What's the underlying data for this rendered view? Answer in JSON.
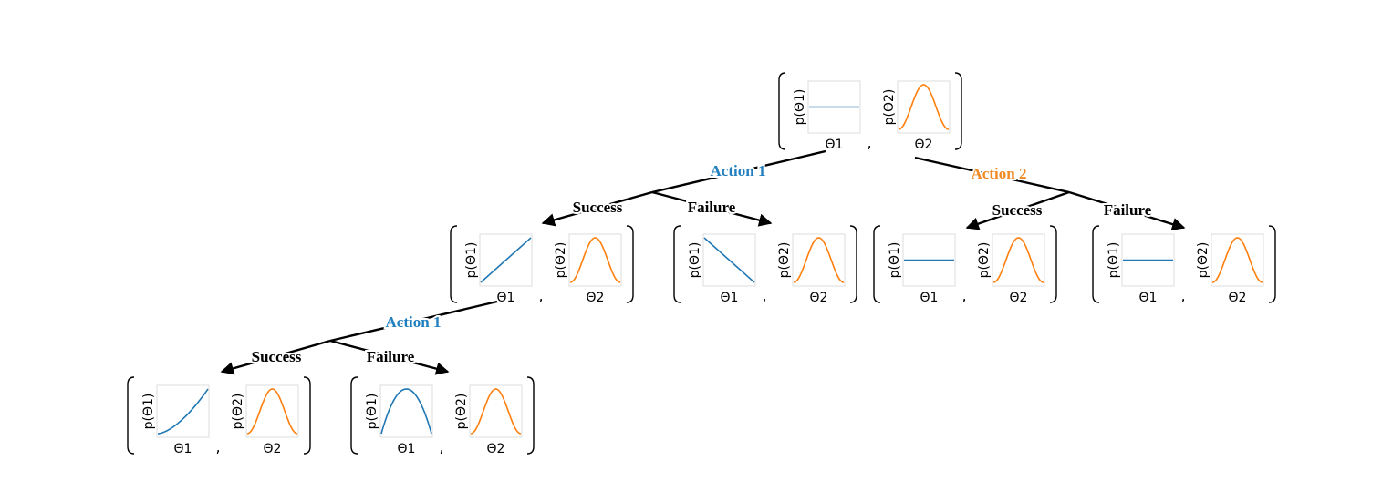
{
  "colors": {
    "theta1": "#1f77b4",
    "theta2": "#ff7f0e",
    "action1": "#1f7fbf",
    "action2": "#f08a24",
    "edge": "#000000",
    "frame": "#dddddd"
  },
  "labels": {
    "p_theta1": "p(Θ1)",
    "p_theta2": "p(Θ2)",
    "theta1": "Θ1",
    "theta2": "Θ2",
    "separator": ",",
    "action1": "Action 1",
    "action2": "Action 2",
    "success": "Success",
    "failure": "Failure"
  },
  "nodes": [
    {
      "id": "root",
      "theta1_shape": "uniform",
      "theta2_shape": "bell"
    },
    {
      "id": "a1-success",
      "theta1_shape": "increasing-linear",
      "theta2_shape": "bell"
    },
    {
      "id": "a1-failure",
      "theta1_shape": "decreasing-linear",
      "theta2_shape": "bell"
    },
    {
      "id": "a2-success",
      "theta1_shape": "uniform",
      "theta2_shape": "bell"
    },
    {
      "id": "a2-failure",
      "theta1_shape": "uniform",
      "theta2_shape": "bell"
    },
    {
      "id": "a1-success-a1-success",
      "theta1_shape": "increasing-convex",
      "theta2_shape": "bell"
    },
    {
      "id": "a1-success-a1-failure",
      "theta1_shape": "inverted-parabola",
      "theta2_shape": "bell"
    }
  ],
  "edges": [
    {
      "from": "root",
      "action": "Action 1",
      "success_to": "a1-success",
      "failure_to": "a1-failure"
    },
    {
      "from": "root",
      "action": "Action 2",
      "success_to": "a2-success",
      "failure_to": "a2-failure"
    },
    {
      "from": "a1-success",
      "action": "Action 1",
      "success_to": "a1-success-a1-success",
      "failure_to": "a1-success-a1-failure"
    }
  ]
}
